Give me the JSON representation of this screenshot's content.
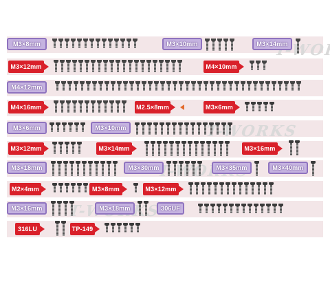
{
  "logo_text": "T-WORKS",
  "labels": {
    "m3x8": "M3×8mm",
    "m3x10": "M3×10mm",
    "m3x14": "M3×14mm",
    "m3x12": "M3×12mm",
    "m4x10": "M4×10mm",
    "m4x12": "M4×12mm",
    "m4x16": "M4×16mm",
    "m2_5x8": "M2.5×8mm",
    "m3x6": "M3×6mm",
    "m3x6b": "M3×6mm",
    "m3x10b": "M3×10mm",
    "m3x12b": "M3×12mm",
    "m3x14b": "M3×14mm",
    "m3x16": "M3×16mm",
    "m3x18": "M3×18mm",
    "m3x30": "M3×30mm",
    "m3x35": "M3×35mm",
    "m3x40": "M3×40mm",
    "m2x4": "M2×4mm",
    "m3x8b": "M3×8mm",
    "m3x12c": "M3×12mm",
    "m3x16b": "M3×16mm",
    "m3x18b": "M3×18mm",
    "p306uf": "306UF",
    "p316lu": "316LU",
    "tp149": "TP-149"
  },
  "colors": {
    "band": "#f3e6e8",
    "label_red": "#d9202a",
    "label_purple": "#c5b3e0",
    "arrow": "#e26a2c"
  }
}
